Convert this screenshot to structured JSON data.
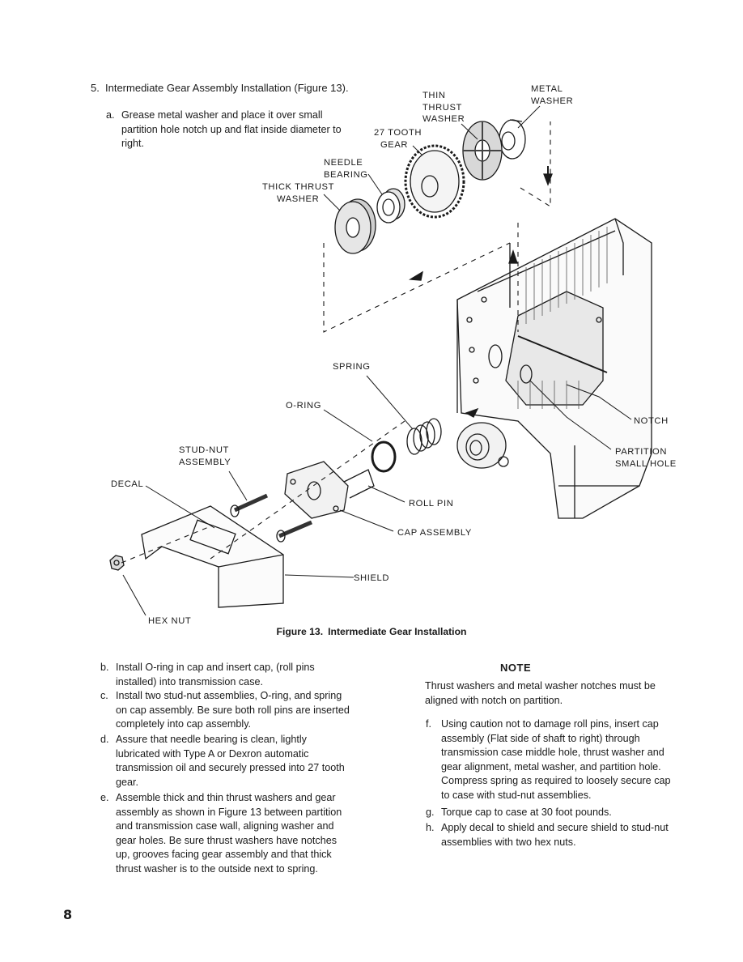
{
  "section": {
    "number": "5.",
    "title": "Intermediate Gear Assembly Installation (Figure 13)."
  },
  "step_a": {
    "label": "a.",
    "text": "Grease metal washer and place it over small partition hole notch up and flat inside diameter to right."
  },
  "figure": {
    "labels": {
      "thin_thrust_washer": [
        "THIN",
        "THRUST",
        "WASHER"
      ],
      "metal_washer": [
        "METAL",
        "WASHER"
      ],
      "tooth_gear": [
        "27 TOOTH",
        "GEAR"
      ],
      "needle_bearing": [
        "NEEDLE",
        "BEARING"
      ],
      "thick_thrust_washer": [
        "THICK THRUST",
        "WASHER"
      ],
      "spring": "SPRING",
      "o_ring": "O-RING",
      "notch": "NOTCH",
      "partition_small_hole": [
        "PARTITION",
        "SMALL HOLE"
      ],
      "stud_nut_assembly": [
        "STUD-NUT",
        "ASSEMBLY"
      ],
      "decal": "DECAL",
      "roll_pin": "ROLL PIN",
      "cap_assembly": "CAP ASSEMBLY",
      "shield": "SHIELD",
      "hex_nut": "HEX NUT"
    },
    "caption_number": "Figure 13.",
    "caption_text": "Intermediate Gear Installation"
  },
  "steps_left": [
    {
      "label": "b.",
      "text": "Install O-ring in cap and insert cap, (roll pins installed) into transmission case."
    },
    {
      "label": "c.",
      "text": "Install two stud-nut assemblies, O-ring, and spring on cap assembly. Be sure both roll pins are inserted completely into cap assembly."
    },
    {
      "label": "d.",
      "text": "Assure that needle bearing is clean, lightly lubricated with Type A or Dexron automatic transmission oil and securely pressed into 27 tooth gear."
    },
    {
      "label": "e.",
      "text": "Assemble thick and thin thrust washers and gear assembly as shown in Figure 13 between partition and transmission case wall, aligning washer and gear holes. Be sure thrust washers have notches up, grooves facing gear assembly and that thick thrust washer is to the outside next to spring."
    }
  ],
  "note": {
    "title": "NOTE",
    "text": "Thrust washers and metal washer notches must be aligned with notch on partition."
  },
  "steps_right": [
    {
      "label": "f.",
      "text": "Using caution not to damage roll pins, insert cap assembly (Flat side of shaft to right) through transmission case middle hole, thrust washer and gear alignment, metal washer, and partition hole. Compress spring as required to loosely secure cap to case with stud-nut assemblies."
    },
    {
      "label": "g.",
      "text": "Torque cap to case at 30 foot pounds."
    },
    {
      "label": "h.",
      "text": "Apply decal to shield and secure shield to stud-nut assemblies with two hex nuts."
    }
  ],
  "page_number": "8"
}
